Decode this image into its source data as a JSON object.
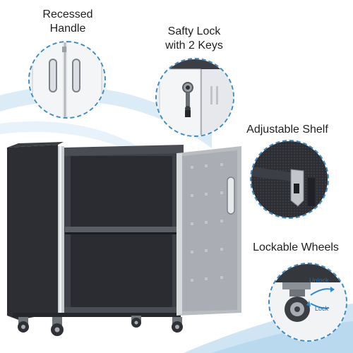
{
  "features": {
    "handle": {
      "line1": "Recessed",
      "line2": "Handle",
      "icon": "recessed-handle-icon"
    },
    "lock": {
      "line1": "Safty Lock",
      "line2": "with 2 Keys",
      "icon": "key-lock-icon"
    },
    "shelf": {
      "line1": "Adjustable Shelf",
      "icon": "shelf-bracket-icon"
    },
    "wheels": {
      "line1": "Lockable Wheels",
      "icon": "caster-wheel-icon",
      "unlock_text": "Unlock",
      "lock_text": "Lock"
    }
  },
  "colors": {
    "accent_dashed": "#3a8cc4",
    "sweep_blue": "#cfe5f4",
    "cabinet_body": "#2e3035",
    "door_silver": "#b9bcc1",
    "label_text": "#1f1f1f"
  }
}
